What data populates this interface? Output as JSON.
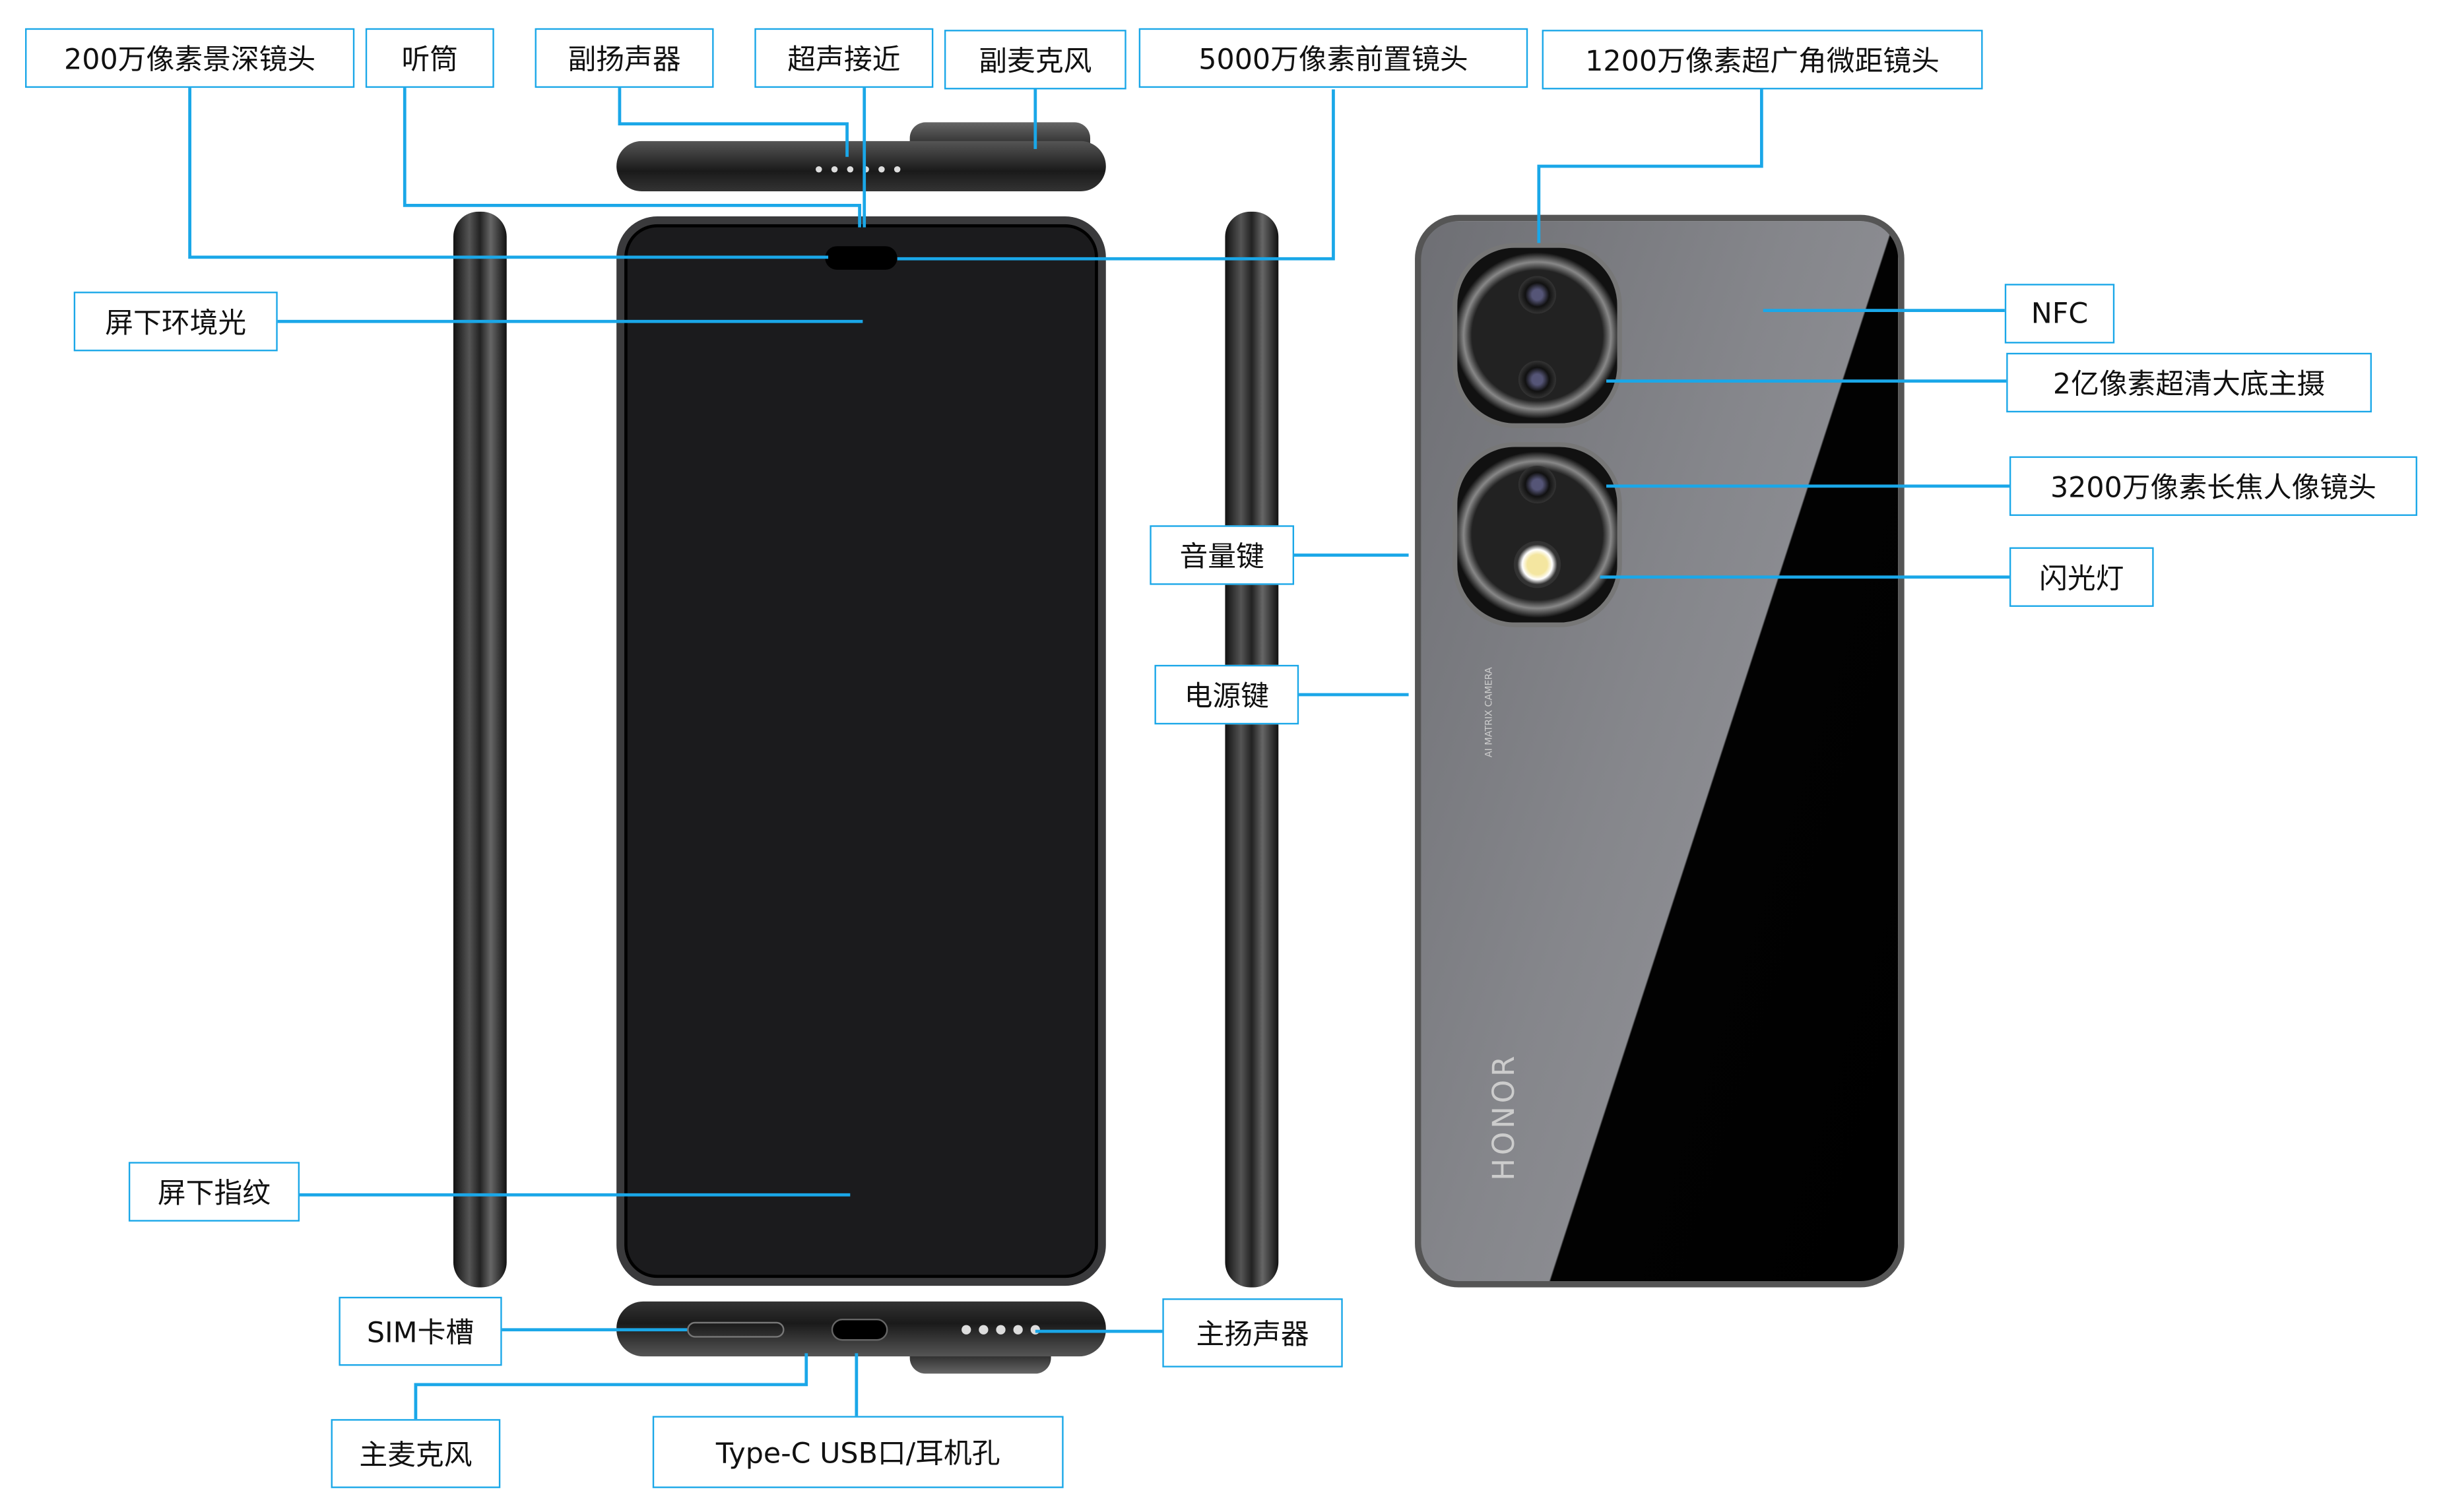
{
  "labels": {
    "depth_camera": "200万像素景深镜头",
    "earpiece": "听筒",
    "secondary_speaker": "副扬声器",
    "ultrasonic_proximity": "超声接近",
    "secondary_mic": "副麦克风",
    "front_camera": "5000万像素前置镜头",
    "ultrawide_macro": "1200万像素超广角微距镜头",
    "ambient_light": "屏下环境光",
    "nfc": "NFC",
    "main_camera": "2亿像素超清大底主摄",
    "telephoto": "3200万像素长焦人像镜头",
    "flash": "闪光灯",
    "volume_key": "音量键",
    "power_key": "电源键",
    "fingerprint": "屏下指纹",
    "sim_slot": "SIM卡槽",
    "main_speaker": "主扬声器",
    "main_mic": "主麦克风",
    "usb_port": "Type-C USB口/耳机孔"
  },
  "phone_back": {
    "brand": "HONOR",
    "camera_text": "AI MATRIX CAMERA"
  },
  "colors": {
    "callout": "#1aa7e8"
  }
}
